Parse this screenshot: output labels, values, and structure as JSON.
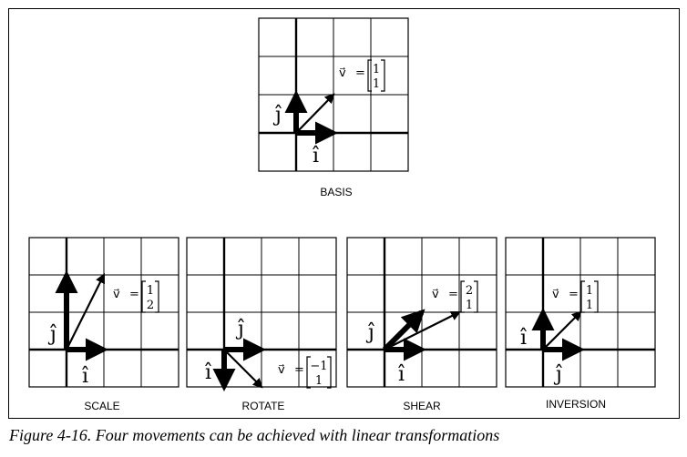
{
  "figure": {
    "caption": "Figure 4-16. Four movements can be achieved with linear transformations"
  },
  "panels": [
    {
      "id": "basis",
      "label": "BASIS",
      "v": [
        "1",
        "1"
      ],
      "i_hat": [
        1,
        0
      ],
      "j_hat": [
        0,
        1
      ],
      "v_vec": [
        1,
        1
      ]
    },
    {
      "id": "scale",
      "label": "SCALE",
      "v": [
        "1",
        "2"
      ],
      "i_hat": [
        1,
        0
      ],
      "j_hat": [
        0,
        2
      ],
      "v_vec": [
        1,
        2
      ]
    },
    {
      "id": "rotate",
      "label": "ROTATE",
      "v": [
        "−1",
        "1"
      ],
      "i_hat": [
        0,
        -1
      ],
      "j_hat": [
        1,
        0
      ],
      "v_vec": [
        1,
        -1
      ]
    },
    {
      "id": "shear",
      "label": "SHEAR",
      "v": [
        "2",
        "1"
      ],
      "i_hat": [
        1,
        0
      ],
      "j_hat": [
        1,
        1
      ],
      "v_vec": [
        2,
        1
      ]
    },
    {
      "id": "inversion",
      "label": "INVERSION",
      "v": [
        "1",
        "1"
      ],
      "i_hat": [
        0,
        1
      ],
      "j_hat": [
        1,
        0
      ],
      "v_vec": [
        1,
        1
      ]
    }
  ],
  "symbols": {
    "i_hat": "ı̂",
    "j_hat": "ȷ̂",
    "v_vec": "v⃗",
    "equals": "="
  }
}
